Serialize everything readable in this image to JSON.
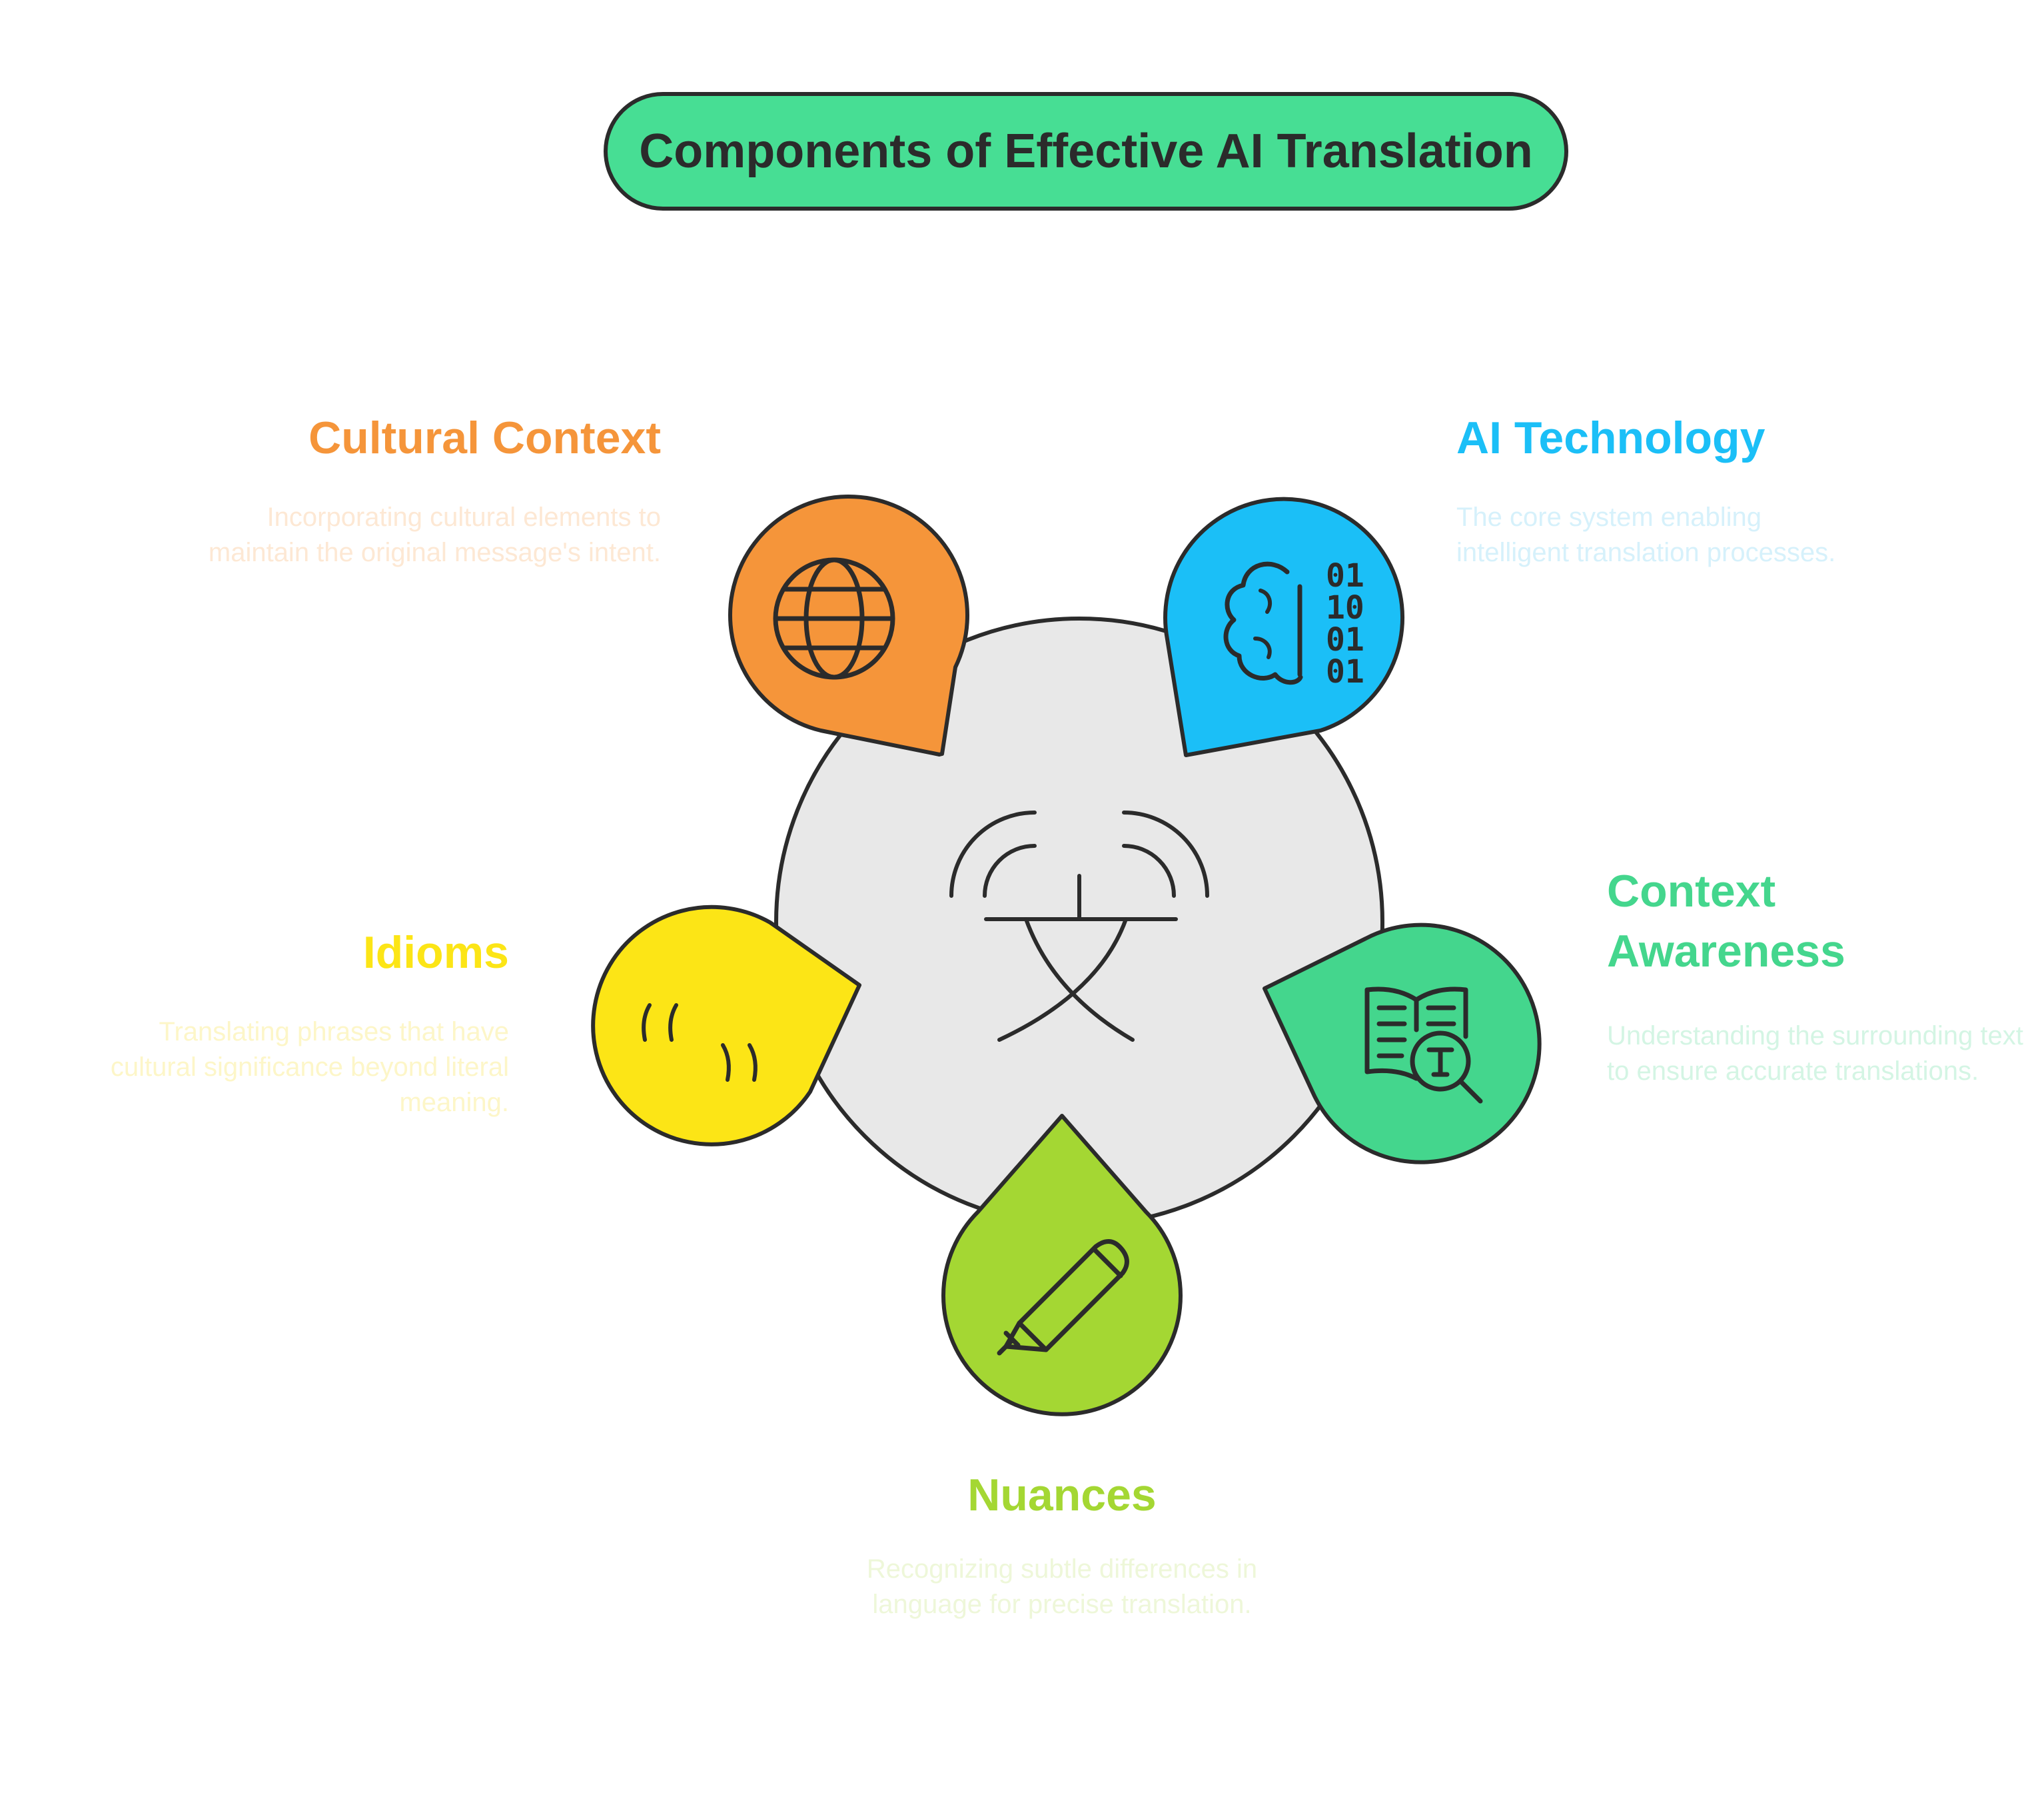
{
  "title": "Components of Effective AI Translation",
  "colors": {
    "title_bg": "#47de94",
    "outline": "#2b2b2b",
    "hub": "#e8e8e8",
    "cultural": "#f5953a",
    "ai": "#1bbff7",
    "context": "#44d68d",
    "idioms": "#fce516",
    "nuances": "#a4d733"
  },
  "hub": {
    "icon": "translation-bridge-icon"
  },
  "components": {
    "cultural": {
      "heading": "Cultural Context",
      "description": "Incorporating cultural elements to maintain the original message's intent.",
      "icon": "globe-icon"
    },
    "ai": {
      "heading": "AI Technology",
      "description": "The core system enabling intelligent translation processes.",
      "icon": "brain-binary-icon"
    },
    "context": {
      "heading": "Context Awareness",
      "description": "Understanding the surrounding text to ensure accurate translations.",
      "icon": "book-search-icon"
    },
    "idioms": {
      "heading": "Idioms",
      "description": "Translating phrases that have cultural significance beyond literal meaning.",
      "icon": "quote-marks-icon"
    },
    "nuances": {
      "heading": "Nuances",
      "description": "Recognizing subtle differences in language for precise translation.",
      "icon": "pen-icon"
    }
  }
}
